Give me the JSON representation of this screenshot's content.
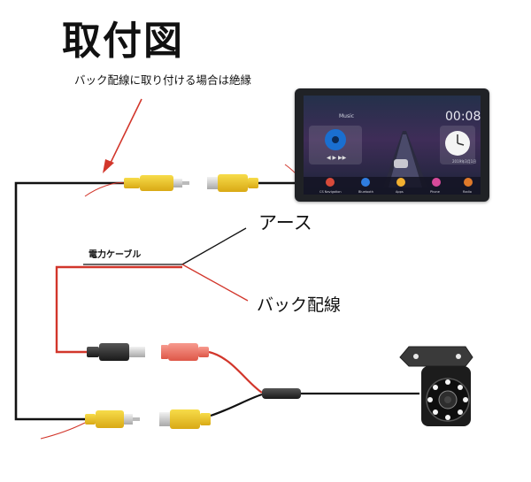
{
  "title": "取付図",
  "labels": {
    "reverse_note": "バック配線に取り付ける場合は絶縁",
    "earth": "アース",
    "reverse_wire": "バック配線",
    "power_cable": "電力ケーブル"
  },
  "screen": {
    "clock": "00:08",
    "music_label": "Music",
    "date": "2019年3月1日",
    "dock": [
      "CS Navigation",
      "Bluetooth",
      "Apps",
      "Phone",
      "Radio"
    ]
  }
}
